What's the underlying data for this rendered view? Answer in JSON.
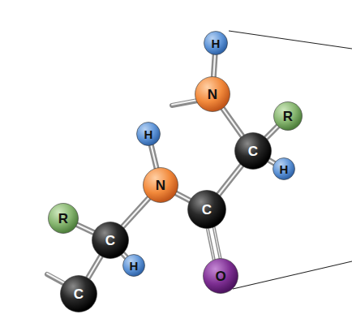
{
  "diagram": {
    "nodes": [
      {
        "text": [
          "H"
        ]
      },
      {
        "text": [
          "N"
        ]
      },
      {
        "text": [
          "R"
        ]
      },
      {
        "text": [
          "H"
        ]
      },
      {
        "text": [
          "C"
        ]
      },
      {
        "text": [
          "H"
        ]
      },
      {
        "text": [
          "N"
        ]
      },
      {
        "text": [
          "C"
        ]
      },
      {
        "text": [
          "R"
        ]
      },
      {
        "text": [
          "C"
        ]
      },
      {
        "text": [
          "H"
        ]
      },
      {
        "text": [
          "O"
        ]
      },
      {
        "text": [
          "C"
        ]
      }
    ],
    "edges": [
      {
        "from": 0,
        "to": 1,
        "arrow": "none"
      },
      {
        "from": 1,
        "to": 4,
        "arrow": "none"
      },
      {
        "from": 4,
        "to": 2,
        "arrow": "none"
      },
      {
        "from": 4,
        "to": 5,
        "arrow": "none"
      },
      {
        "from": 3,
        "to": 6,
        "arrow": "none"
      },
      {
        "from": 6,
        "to": 7,
        "arrow": "none"
      },
      {
        "from": 7,
        "to": 4,
        "arrow": "none"
      },
      {
        "from": 7,
        "to": 11,
        "arrow": "none"
      },
      {
        "from": 6,
        "to": 9,
        "arrow": "none"
      },
      {
        "from": 9,
        "to": 8,
        "arrow": "none"
      },
      {
        "from": 9,
        "to": 10,
        "arrow": "none"
      },
      {
        "from": 9,
        "to": 12,
        "arrow": "none"
      }
    ]
  }
}
